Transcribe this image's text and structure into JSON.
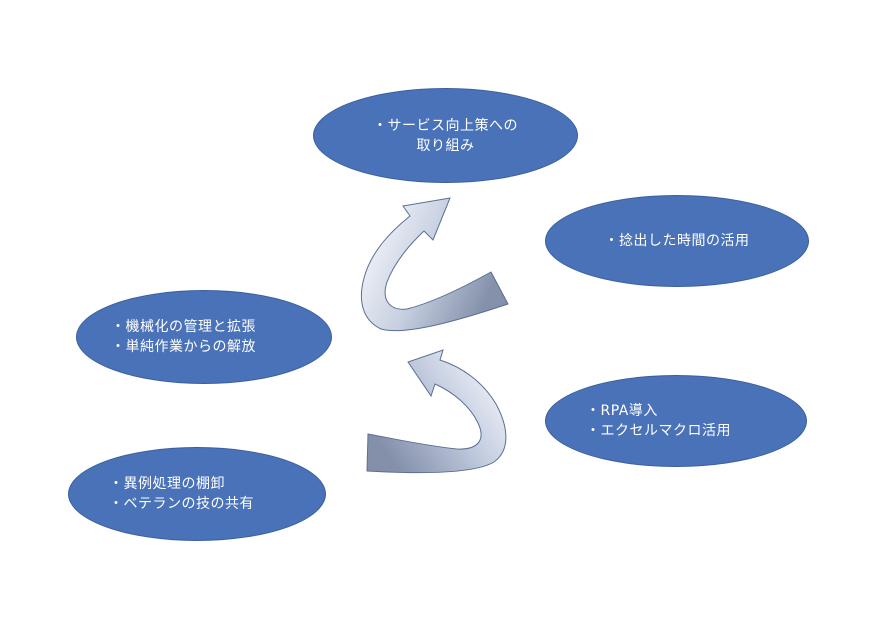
{
  "nodes": {
    "top": {
      "lines": [
        "・サービス向上策への",
        "取り組み"
      ]
    },
    "right_upper": {
      "lines": [
        "・捻出した時間の活用"
      ]
    },
    "left_middle": {
      "lines": [
        "・機械化の管理と拡張",
        "・単純作業からの解放"
      ]
    },
    "right_lower": {
      "lines": [
        "・RPA導入",
        "・エクセルマクロ活用"
      ]
    },
    "left_bottom": {
      "lines": [
        "・異例処理の棚卸",
        "・ベテランの技の共有"
      ]
    }
  },
  "colors": {
    "ellipse_fill": "#4a72b8",
    "ellipse_border": "#3a5f9e",
    "arrow_light": "#ffffff",
    "arrow_dark": "#8592ad",
    "arrow_stroke": "#5a6f96"
  }
}
